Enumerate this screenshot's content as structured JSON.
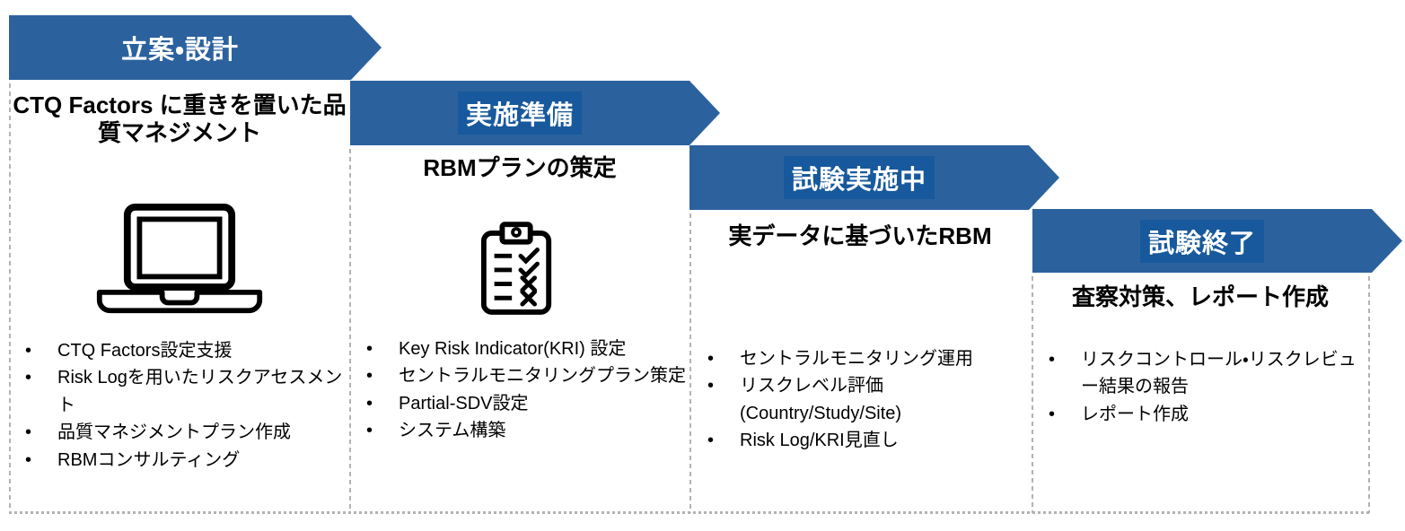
{
  "colors": {
    "arrow_blue": "#2B629E",
    "header_highlight": "#17599C",
    "border_gray": "#B3B3B3",
    "text_black": "#000000"
  },
  "diagram": {
    "type": "process-flow-staircase",
    "stages": [
      {
        "header": "立案・設計",
        "header_highlighted": false,
        "title": "CTQ Factors に重きを置いた品質マネジメント",
        "icon": "laptop-icon",
        "bullets": [
          "CTQ Factors設定支援",
          "Risk Logを用いたリスクアセスメント",
          "品質マネジメントプラン作成",
          "RBMコンサルティング"
        ]
      },
      {
        "header": "実施準備",
        "header_highlighted": true,
        "title": "RBMプランの策定",
        "icon": "clipboard-checklist-icon",
        "bullets": [
          "Key Risk Indicator(KRI) 設定",
          "セントラルモニタリングプラン策定",
          "Partial-SDV設定",
          "システム構築"
        ]
      },
      {
        "header": "試験実施中",
        "header_highlighted": true,
        "title": "実データに基づいたRBM",
        "icon": null,
        "bullets": [
          "セントラルモニタリング運用",
          "リスクレベル評価 (Country/Study/Site)",
          "Risk Log/KRI見直し"
        ]
      },
      {
        "header": "試験終了",
        "header_highlighted": true,
        "title": "査察対策、レポート作成",
        "icon": null,
        "bullets": [
          "リスクコントロール・リスクレビュー結果の報告",
          "レポート作成"
        ]
      }
    ]
  }
}
